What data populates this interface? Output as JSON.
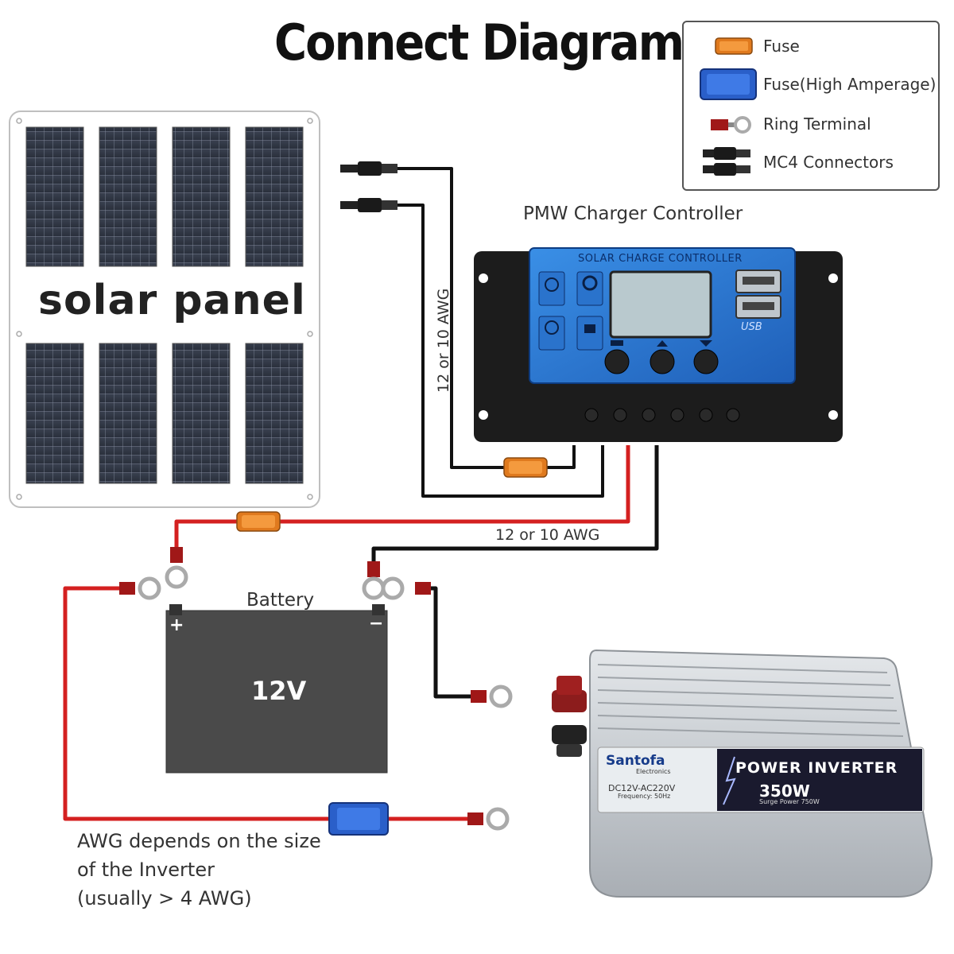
{
  "title": "Connect Diagram",
  "legend": {
    "items": [
      {
        "label": "Fuse",
        "icon": "fuse-icon",
        "color": "#e07a1e"
      },
      {
        "label": "Fuse(High Amperage)",
        "icon": "high-amperage-fuse-icon",
        "color": "#2a5fc9"
      },
      {
        "label": "Ring Terminal",
        "icon": "ring-terminal-icon",
        "color": "#a01818"
      },
      {
        "label": "MC4 Connectors",
        "icon": "mc4-connector-icon",
        "color": "#222222"
      }
    ]
  },
  "components": {
    "solar_panel": {
      "label": "solar panel"
    },
    "controller": {
      "label": "PMW Charger Controller",
      "faceplate": "SOLAR CHARGE CONTROLLER",
      "usb_label": "USB"
    },
    "battery": {
      "label": "Battery",
      "voltage": "12V",
      "positive": "+",
      "negative": "−"
    },
    "inverter": {
      "brand": "Santofa",
      "brand_sub": "Electronics",
      "model": "DC12V-AC220V",
      "frequency": "Frequency: 50Hz",
      "title": "POWER INVERTER",
      "power": "350W",
      "surge": "Surge Power 750W"
    }
  },
  "wire_labels": {
    "panel_to_controller": "12 or 10 AWG",
    "controller_to_battery": "12 or 10 AWG"
  },
  "note": {
    "line1": "AWG depends on the size",
    "line2": "of the Inverter",
    "line3": "(usually  > 4 AWG)"
  },
  "colors": {
    "positive_wire": "#d42020",
    "negative_wire": "#111111",
    "controller_face": "#2e7fd6",
    "controller_body": "#1c1c1c",
    "battery_body": "#4a4a4a",
    "inverter_body": "#c6cbd0"
  }
}
